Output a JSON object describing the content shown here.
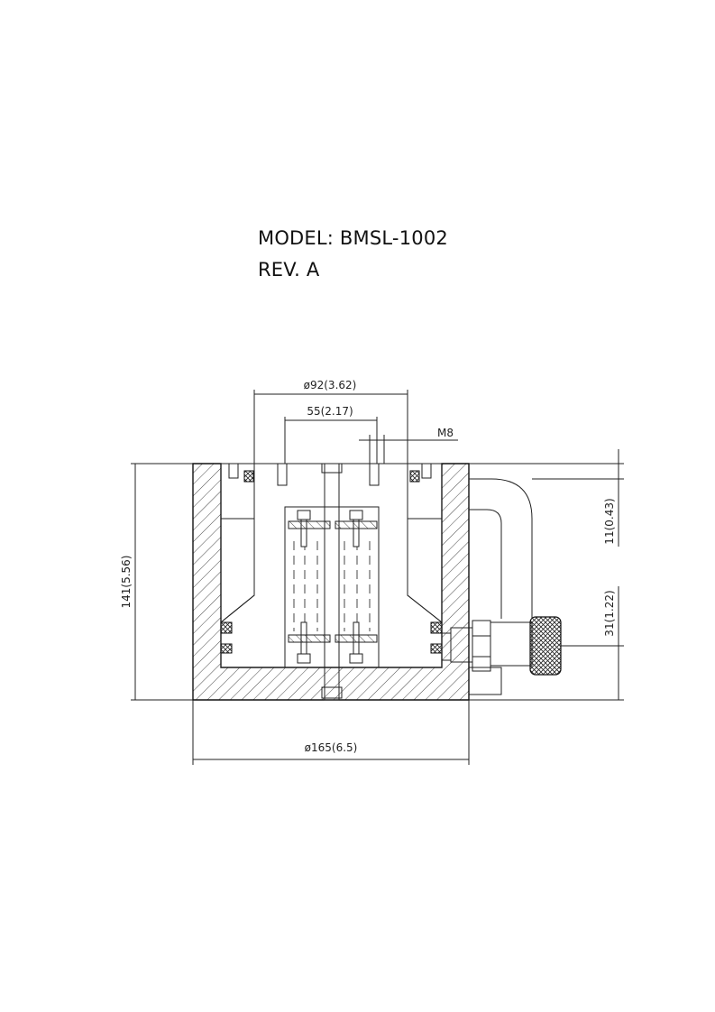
{
  "header": {
    "model": "MODEL: BMSL-1002",
    "rev": "REV. A"
  },
  "dimensions": {
    "top_bore": "ø92(3.62)",
    "bolt_spacing": "55(2.17)",
    "thread": "M8",
    "height": "141(5.56)",
    "right_top": "11(0.43)",
    "right_bottom": "31(1.22)",
    "base_dia": "ø165(6.5)"
  },
  "colors": {
    "line": "#222222",
    "background": "#ffffff"
  }
}
